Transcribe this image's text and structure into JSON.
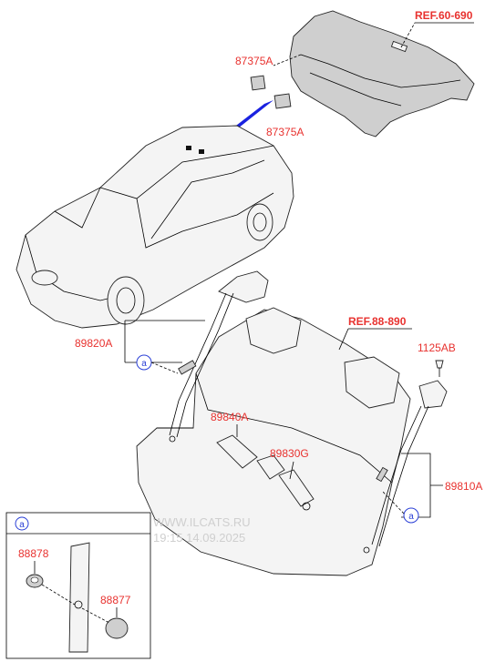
{
  "labels": {
    "ref_trim": "REF.60-690",
    "pad_upper": "87375A",
    "pad_lower": "87375A",
    "ref_seat": "REF.88-890",
    "bolt": "1125AB",
    "belt_left": "89820A",
    "buckle_center": "89840A",
    "buckle_right": "89830G",
    "belt_right": "89810A",
    "inset_part_1": "88878",
    "inset_part_2": "88877"
  },
  "callouts": {
    "circle_a_left": "a",
    "circle_a_right": "a",
    "inset_header": "a"
  },
  "watermark": {
    "line1": "WWW.ILCATS.RU",
    "line2": "19:15 14.09.2025"
  },
  "colors": {
    "label": "#e8322f",
    "callout": "#2a3fd6",
    "highlight": "#1a22e0"
  }
}
